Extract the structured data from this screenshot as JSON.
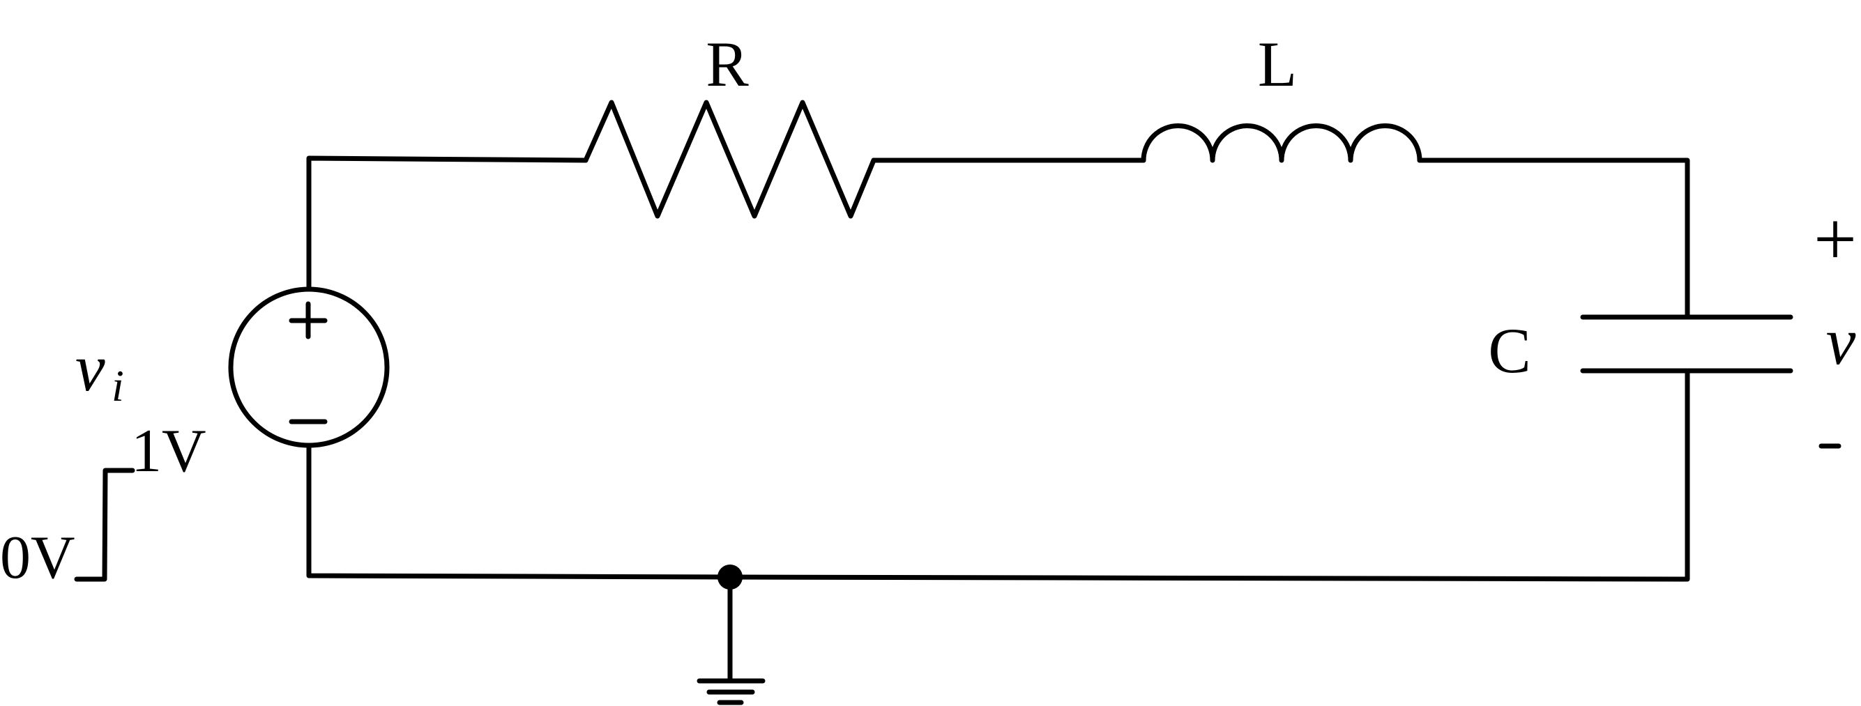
{
  "components": {
    "resistor": {
      "label": "R"
    },
    "inductor": {
      "label": "L"
    },
    "capacitor": {
      "label": "C"
    },
    "source": {
      "symbol": "v",
      "subscript": "i",
      "plus_mark": "+",
      "minus_mark": "−"
    }
  },
  "output": {
    "symbol": "v",
    "plus": "+",
    "minus": "-"
  },
  "step_input": {
    "low": "0V",
    "high": "1V"
  },
  "colors": {
    "line": "#000000",
    "background": "#ffffff"
  }
}
